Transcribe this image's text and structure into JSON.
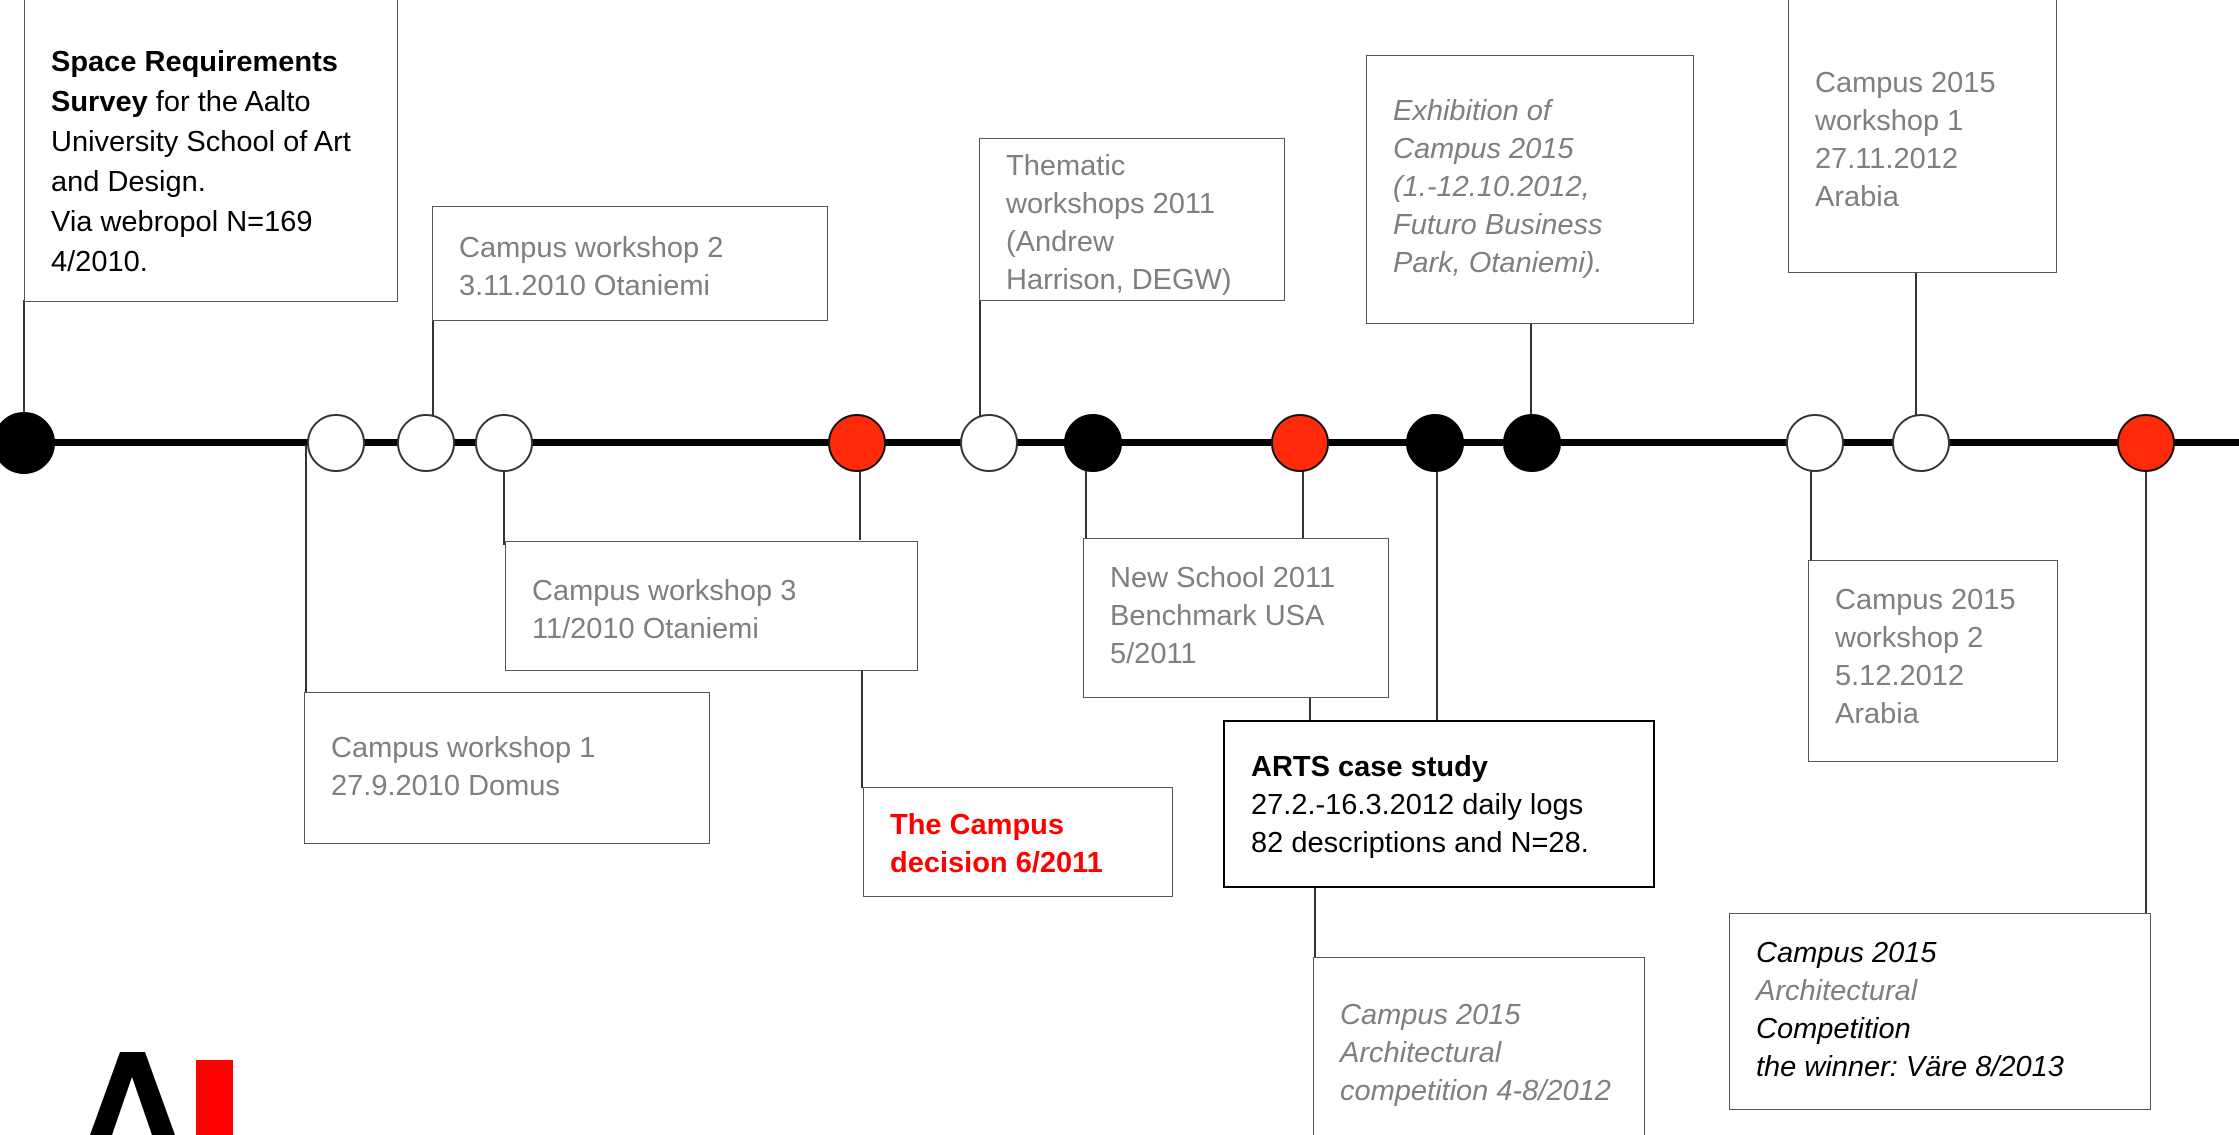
{
  "boxes": {
    "space_survey": {
      "title_bold": "Space Requirements Survey",
      "text_rest": " for the Aalto University School of Art and Design.",
      "line2": "Via webropol N=169",
      "line3": "4/2010."
    },
    "cw2": {
      "lines": [
        "Campus workshop 2",
        "3.11.2010 Otaniemi"
      ]
    },
    "thematic": {
      "lines": [
        "Thematic",
        "workshops 2011",
        "(Andrew",
        "Harrison, DEGW)"
      ]
    },
    "exhibition": {
      "lines": [
        "Exhibition of",
        "Campus 2015",
        "(1.-12.10.2012,",
        " Futuro Business",
        "Park, Otaniemi)."
      ]
    },
    "c2015w1": {
      "lines": [
        "Campus 2015",
        "workshop 1",
        "27.11.2012",
        "Arabia"
      ]
    },
    "cw3": {
      "lines": [
        "Campus workshop  3",
        "11/2010 Otaniemi"
      ]
    },
    "new_school": {
      "lines": [
        "New School 2011",
        "Benchmark USA",
        "5/2011"
      ]
    },
    "c2015w2": {
      "lines": [
        "Campus 2015",
        "workshop 2",
        "5.12.2012",
        "Arabia"
      ]
    },
    "cw1": {
      "lines": [
        "Campus workshop 1",
        "27.9.2010 Domus"
      ]
    },
    "campus_decision": {
      "lines": [
        "The Campus",
        "decision 6/2011"
      ]
    },
    "arts": {
      "title": "ARTS case study",
      "lines": [
        "27.2.-16.3.2012 daily logs",
        "82 descriptions and N=28."
      ]
    },
    "competition": {
      "lines": [
        "Campus 2015",
        "Architectural",
        "competition 4-8/2012"
      ]
    },
    "winner": {
      "lines": [
        "Campus 2015",
        "Architectural",
        "Competition",
        " the winner: Väre  8/2013"
      ]
    }
  },
  "colors": {
    "accent_red": "#ff0000",
    "node_red": "#ff2a0a",
    "grey_text": "#7f7f7f"
  },
  "nodes": [
    "black",
    "white",
    "white",
    "white",
    "red",
    "white",
    "black",
    "red",
    "black",
    "black",
    "white",
    "white",
    "red"
  ],
  "logo": "aalto-logo"
}
